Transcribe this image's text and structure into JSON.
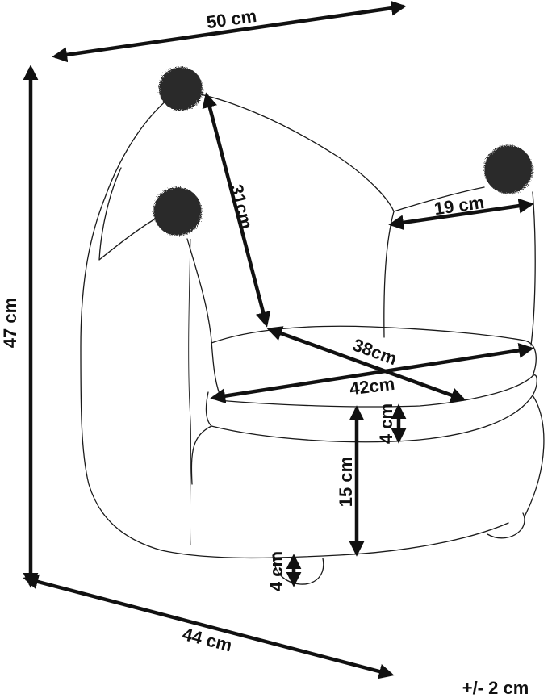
{
  "dimensions": {
    "top_width": "50 cm",
    "height": "47 cm",
    "bottom_depth": "44 cm",
    "ear_back": "31cm",
    "ear_gap": "19 cm",
    "seat_depth": "38cm",
    "seat_width": "42cm",
    "cushion_thickness": "4 cm",
    "seat_height": "15 cm",
    "leg_height": "4 cm"
  },
  "tolerance": "+/- 2 cm",
  "colors": {
    "line": "#111111",
    "pompom": "#2a2a2a",
    "background": "#ffffff"
  }
}
